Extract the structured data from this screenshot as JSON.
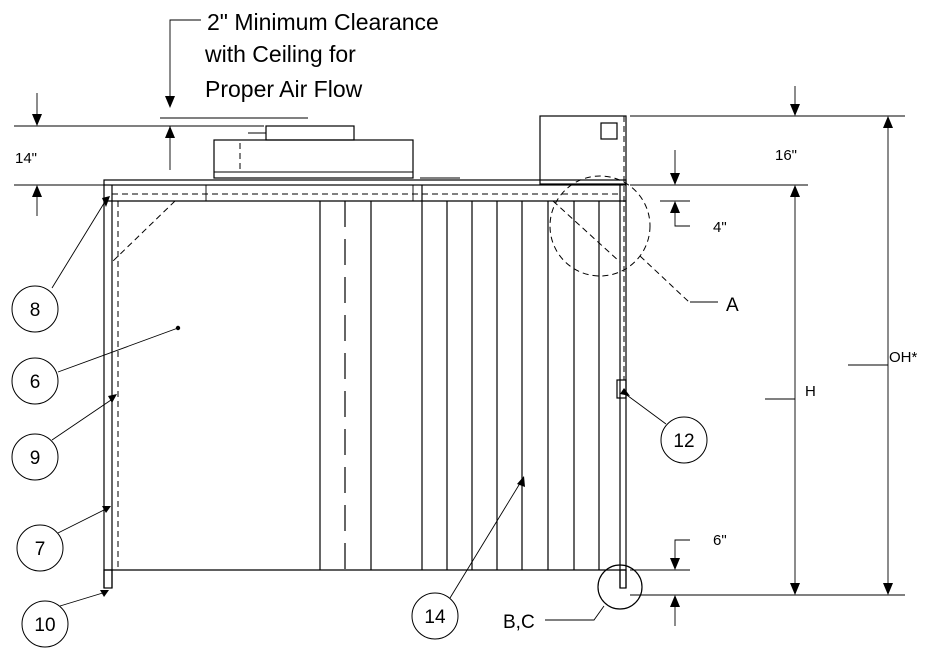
{
  "note": {
    "line1": "2\" Minimum Clearance",
    "line2": "with Ceiling for",
    "line3": "Proper Air Flow"
  },
  "dimensions": {
    "top_height": "14\"",
    "blower_height": "16\"",
    "plenum_offset": "4\"",
    "bottom_offset": "6\"",
    "height": "H",
    "overall_height": "OH*"
  },
  "callouts": {
    "c8": "8",
    "c6": "6",
    "c9": "9",
    "c7": "7",
    "c10": "10",
    "c14": "14",
    "c12": "12"
  },
  "details": {
    "detail_a": "A",
    "detail_bc": "B,C"
  }
}
